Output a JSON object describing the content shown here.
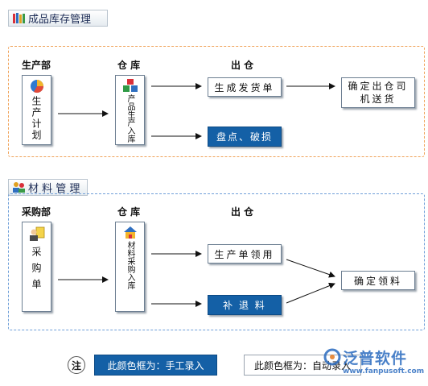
{
  "section_inventory": {
    "title": "成品库存管理",
    "col_production": "生产部",
    "col_warehouse": "仓 库",
    "col_outbound": "出 仓",
    "box_plan": "生产计划",
    "box_stockin": "产品生产入库",
    "box_shipping": "生成发货单",
    "box_confirm": "确定出仓司机送货",
    "box_stocktake": "盘点、破损"
  },
  "section_material": {
    "title": "材 料 管 理",
    "col_purchase": "采购部",
    "col_warehouse": "仓 库",
    "col_outbound": "出 仓",
    "box_purchase_order": "采购单",
    "box_material_in": "材料采购入库",
    "box_production_issue": "生产单领用",
    "box_confirm": "确定领料",
    "box_return": "补 退 料"
  },
  "legend": {
    "note": "注",
    "manual": "此颜色框为：手工录入",
    "auto": "此颜色框为：自动录入"
  },
  "watermark": {
    "brand": "泛普软件",
    "url": "www.fanpusoft.com"
  },
  "colors": {
    "manual_blue": "#1460a6",
    "dash_orange": "#f0a35a",
    "dash_blue": "#6f9fd8",
    "header_text": "#1c2b55"
  }
}
